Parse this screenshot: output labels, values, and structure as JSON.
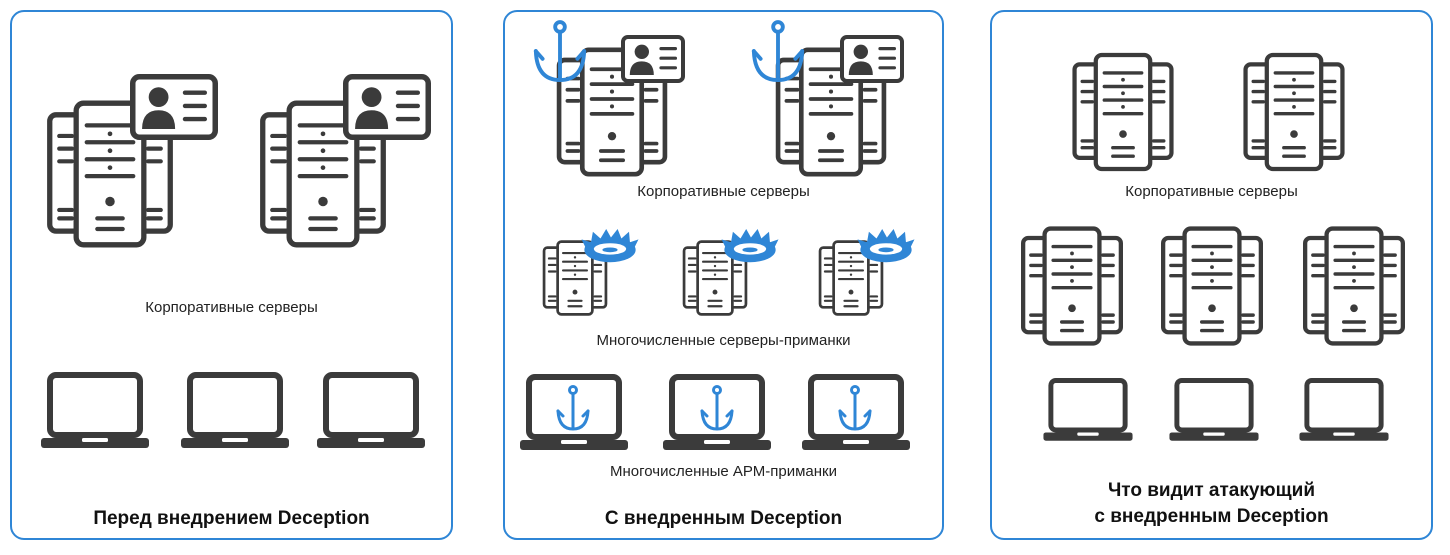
{
  "panels": [
    {
      "servers_label": "Корпоративные серверы",
      "caption": "Перед внедрением Deception",
      "icons": {
        "server": "server-cluster-icon",
        "id_card": "id-card-icon",
        "laptop": "laptop-icon"
      }
    },
    {
      "servers_label": "Корпоративные серверы",
      "decoy_servers_label": "Многочисленные серверы-приманки",
      "decoy_workstations_label": "Многочисленные АРМ-приманки",
      "caption": "С внедренным Deception",
      "icons": {
        "hook": "fishing-hook-icon",
        "trap": "bear-trap-icon",
        "laptop": "laptop-hook-icon"
      }
    },
    {
      "servers_label": "Корпоративные серверы",
      "caption_line1": "Что видит атакующий",
      "caption_line2": "с внедренным Deception",
      "icons": {
        "server": "server-cluster-icon",
        "laptop": "laptop-icon"
      }
    }
  ],
  "colors": {
    "border": "#2f86d6",
    "icon_dark": "#3b3b3b",
    "accent_blue": "#2f86d6"
  }
}
